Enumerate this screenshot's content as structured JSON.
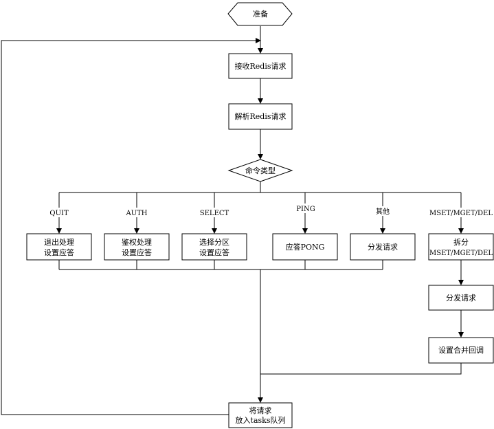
{
  "nodes": {
    "start": "准备",
    "receive": "接收Redis请求",
    "parse": "解析Redis请求",
    "decision": "命令类型",
    "quit_1": "退出处理",
    "quit_2": "设置应答",
    "auth_1": "鉴权处理",
    "auth_2": "设置应答",
    "select_1": "选择分区",
    "select_2": "设置应答",
    "ping": "应答PONG",
    "other": "分发请求",
    "split_1": "拆分",
    "split_2": "MSET/MGET/DEL",
    "dispatch": "分发请求",
    "merge": "设置合并回调",
    "enqueue_1": "将请求",
    "enqueue_2": "放入tasks队列"
  },
  "branches": {
    "quit": "QUIT",
    "auth": "AUTH",
    "select": "SELECT",
    "ping": "PING",
    "other": "其他",
    "multi": "MSET/MGET/DEL"
  }
}
